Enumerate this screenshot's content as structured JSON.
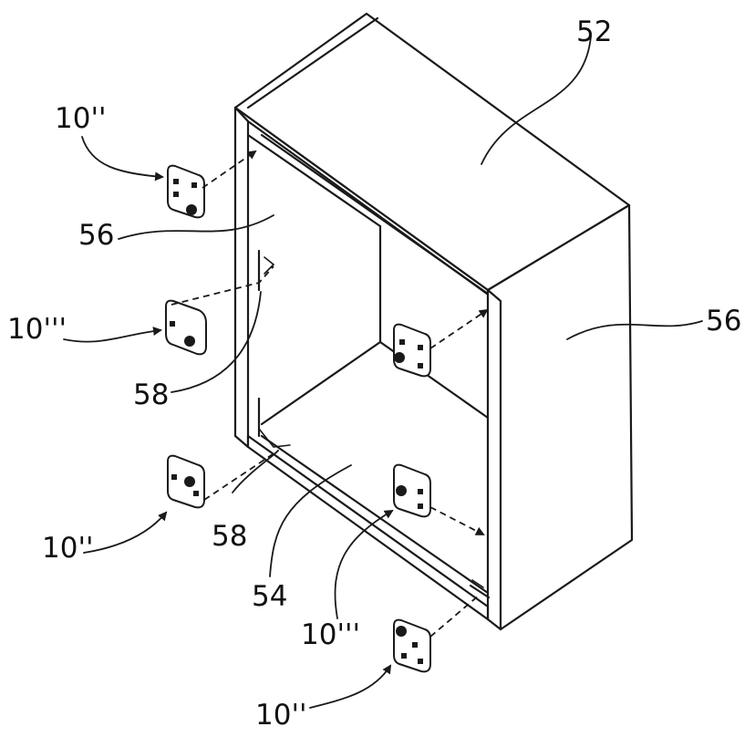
{
  "labels": {
    "top_panel": "52",
    "side_panel_left": "56",
    "side_panel_right": "56",
    "bottom_panel": "54",
    "groove_upper": "58",
    "groove_lower": "58",
    "connector_top_left": "10''",
    "connector_mid_left": "10'''",
    "connector_low_left": "10''",
    "connector_inner_bottom": "10'''",
    "connector_bottom_right": "10''"
  }
}
